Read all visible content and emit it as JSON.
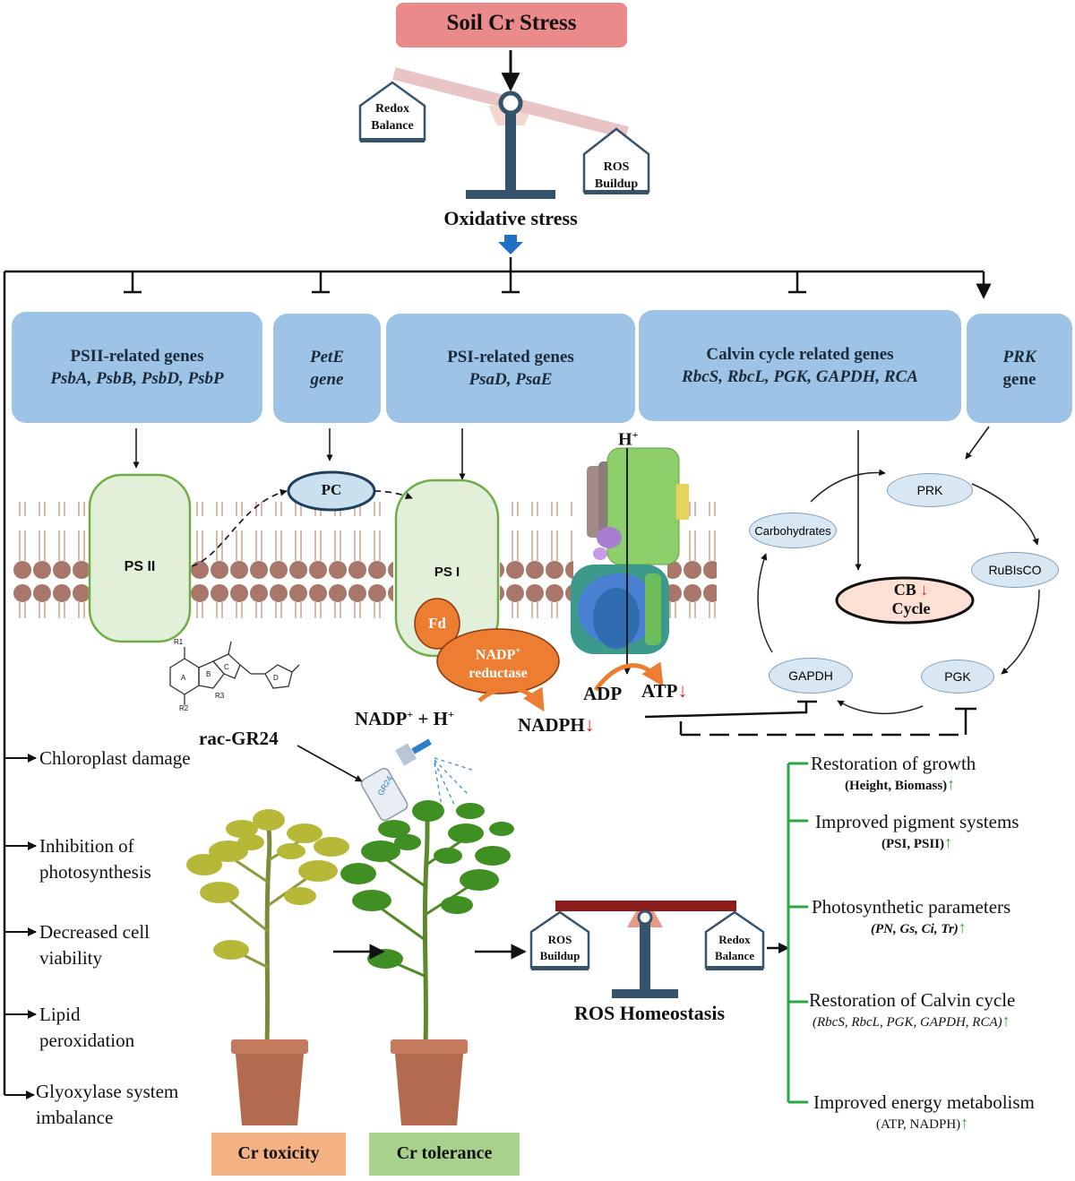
{
  "top": {
    "stress_label": "Soil Cr Stress",
    "scale_left": [
      "Redox",
      "Balance"
    ],
    "scale_right": [
      "ROS",
      "Buildup"
    ],
    "oxidative_label": "Oxidative stress"
  },
  "genes": {
    "psii": {
      "title": "PSII-related genes",
      "list": "PsbA, PsbB, PsbD, PsbP"
    },
    "pete": {
      "title": "PetE",
      "sub": "gene"
    },
    "psi": {
      "title": "PSI-related genes",
      "list": "PsaD, PsaE"
    },
    "calvin": {
      "title": "Calvin cycle related genes",
      "list": "RbcS, RbcL, PGK, GAPDH, RCA"
    },
    "prk": {
      "title": "PRK",
      "sub": "gene"
    }
  },
  "membrane": {
    "psii": "PS II",
    "pc": "PC",
    "psi": "PS I",
    "fd": "Fd",
    "nadp_reductase": [
      "NADP",
      "reductase"
    ],
    "h_plus": "H",
    "nadp_reaction_left": "NADP",
    "nadp_reaction_plus": " + H",
    "nadph": "NADPH",
    "adp": "ADP",
    "atp": "ATP"
  },
  "calvin_cycle": {
    "prk": "PRK",
    "rubisco": "RuBIsCO",
    "pgk": "PGK",
    "gapdh": "GAPDH",
    "carbohydrates": "Carbohydrates",
    "cb": [
      "CB",
      "Cycle"
    ]
  },
  "compound": {
    "name": "rac-GR24",
    "ring_letters": [
      "A",
      "B",
      "C",
      "D"
    ],
    "r_labels": [
      "R1",
      "R2",
      "R3"
    ],
    "bottle_label": "GR24"
  },
  "effects": [
    [
      "Chloroplast damage"
    ],
    [
      "Inhibition of",
      "photosynthesis"
    ],
    [
      "Decreased cell",
      "viability"
    ],
    [
      "Lipid",
      "peroxidation"
    ],
    [
      "Glyoxylase system",
      "imbalance"
    ]
  ],
  "plants": {
    "toxicity": "Cr toxicity",
    "tolerance": "Cr tolerance",
    "toxicity_color": "#f4b183",
    "tolerance_color": "#a9d18e"
  },
  "homeostasis": {
    "left": [
      "ROS",
      "Buildup"
    ],
    "right": [
      "Redox",
      "Balance"
    ],
    "label": "ROS Homeostasis"
  },
  "outcomes": [
    {
      "title": "Restoration of growth",
      "sub": "(Height, Biomass)"
    },
    {
      "title": "Improved pigment systems",
      "sub": "(PSI, PSII)"
    },
    {
      "title": "Photosynthetic parameters",
      "sub": "(PN, Gs, Ci, Tr)"
    },
    {
      "title": "Restoration of Calvin cycle",
      "sub": "(RbcS, RbcL, PGK, GAPDH, RCA)"
    },
    {
      "title": "Improved energy metabolism",
      "sub": "(ATP,  NADPH)"
    }
  ],
  "colors": {
    "stress_box": "#ea8a8a",
    "gene_box": "#9dc3e6",
    "membrane_head": "#a9766a",
    "psii_fill": "#e2efd9",
    "psii_stroke": "#70ad47",
    "pc_fill": "#c9e1ee",
    "fd_fill": "#ed7d31",
    "down_arrow": "#e02020",
    "up_arrow": "#22aa44",
    "outcome_bracket": "#2aa845",
    "scale_dark": "#35536b",
    "homeostasis_beam": "#8b1c1c"
  }
}
